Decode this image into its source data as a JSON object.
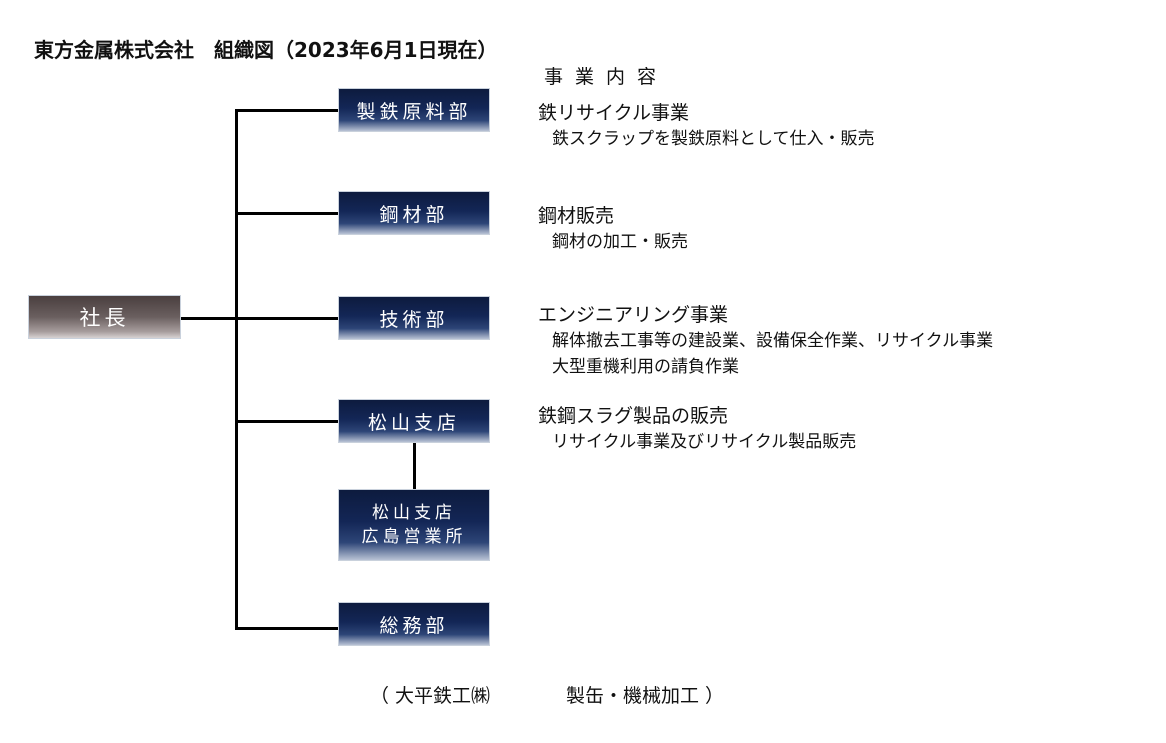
{
  "title": "東方金属株式会社　組織図（2023年6月1日現在）",
  "section_header": "事業内容",
  "president": "社長",
  "departments": [
    {
      "name": "製鉄原料部",
      "business": "鉄リサイクル事業",
      "details": [
        "鉄スクラップを製鉄原料として仕入・販売"
      ]
    },
    {
      "name": "鋼材部",
      "business": "鋼材販売",
      "details": [
        "鋼材の加工・販売"
      ]
    },
    {
      "name": "技術部",
      "business": "エンジニアリング事業",
      "details": [
        "解体撤去工事等の建設業、設備保全作業、リサイクル事業",
        "大型重機利用の請負作業"
      ]
    },
    {
      "name": "松山支店",
      "business": "鉄鋼スラグ製品の販売",
      "details": [
        "リサイクル事業及びリサイクル製品販売"
      ]
    },
    {
      "name": "総務部"
    }
  ],
  "sub_office": {
    "line1": "松山支店",
    "line2": "広島営業所"
  },
  "footer": {
    "affiliate": "（ 大平鉄工㈱",
    "business": "製缶・機械加工 ）"
  }
}
